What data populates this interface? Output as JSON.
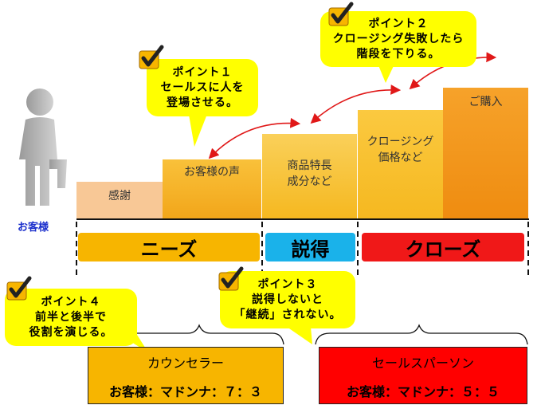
{
  "customer_label": "お客様",
  "steps": [
    {
      "text": "感謝"
    },
    {
      "text": "お客様の声"
    },
    {
      "text": "商品特長\n成分など"
    },
    {
      "text": "クロージング\n価格など"
    },
    {
      "text": "ご購入"
    }
  ],
  "phases": [
    {
      "label": "ニーズ"
    },
    {
      "label": "説得"
    },
    {
      "label": "クローズ"
    }
  ],
  "points": [
    {
      "lines": [
        "ポイント１",
        "セールスに人を",
        "登場させる。"
      ]
    },
    {
      "lines": [
        "ポイント２",
        "クロージング失敗したら",
        "階段を下りる。"
      ]
    },
    {
      "lines": [
        "ポイント３",
        "説得しないと",
        "「継続」されない。"
      ]
    },
    {
      "lines": [
        "ポイント４",
        "前半と後半で",
        "役割を演じる。"
      ]
    }
  ],
  "roles": [
    {
      "title": "カウンセラー",
      "ratio": "お客様：マドンナ：７：３"
    },
    {
      "title": "セールスパーソン",
      "ratio": "お客様：マドンナ：５：５"
    }
  ],
  "colors": {
    "step1": "#f8c896",
    "step_mid": "#f7b52b",
    "step_high": "#f39a1e",
    "needs": "#f7b500",
    "persuade": "#1ab2ea",
    "close": "#f01818",
    "bubble": "#ffff00",
    "arrow": "#e01818"
  }
}
